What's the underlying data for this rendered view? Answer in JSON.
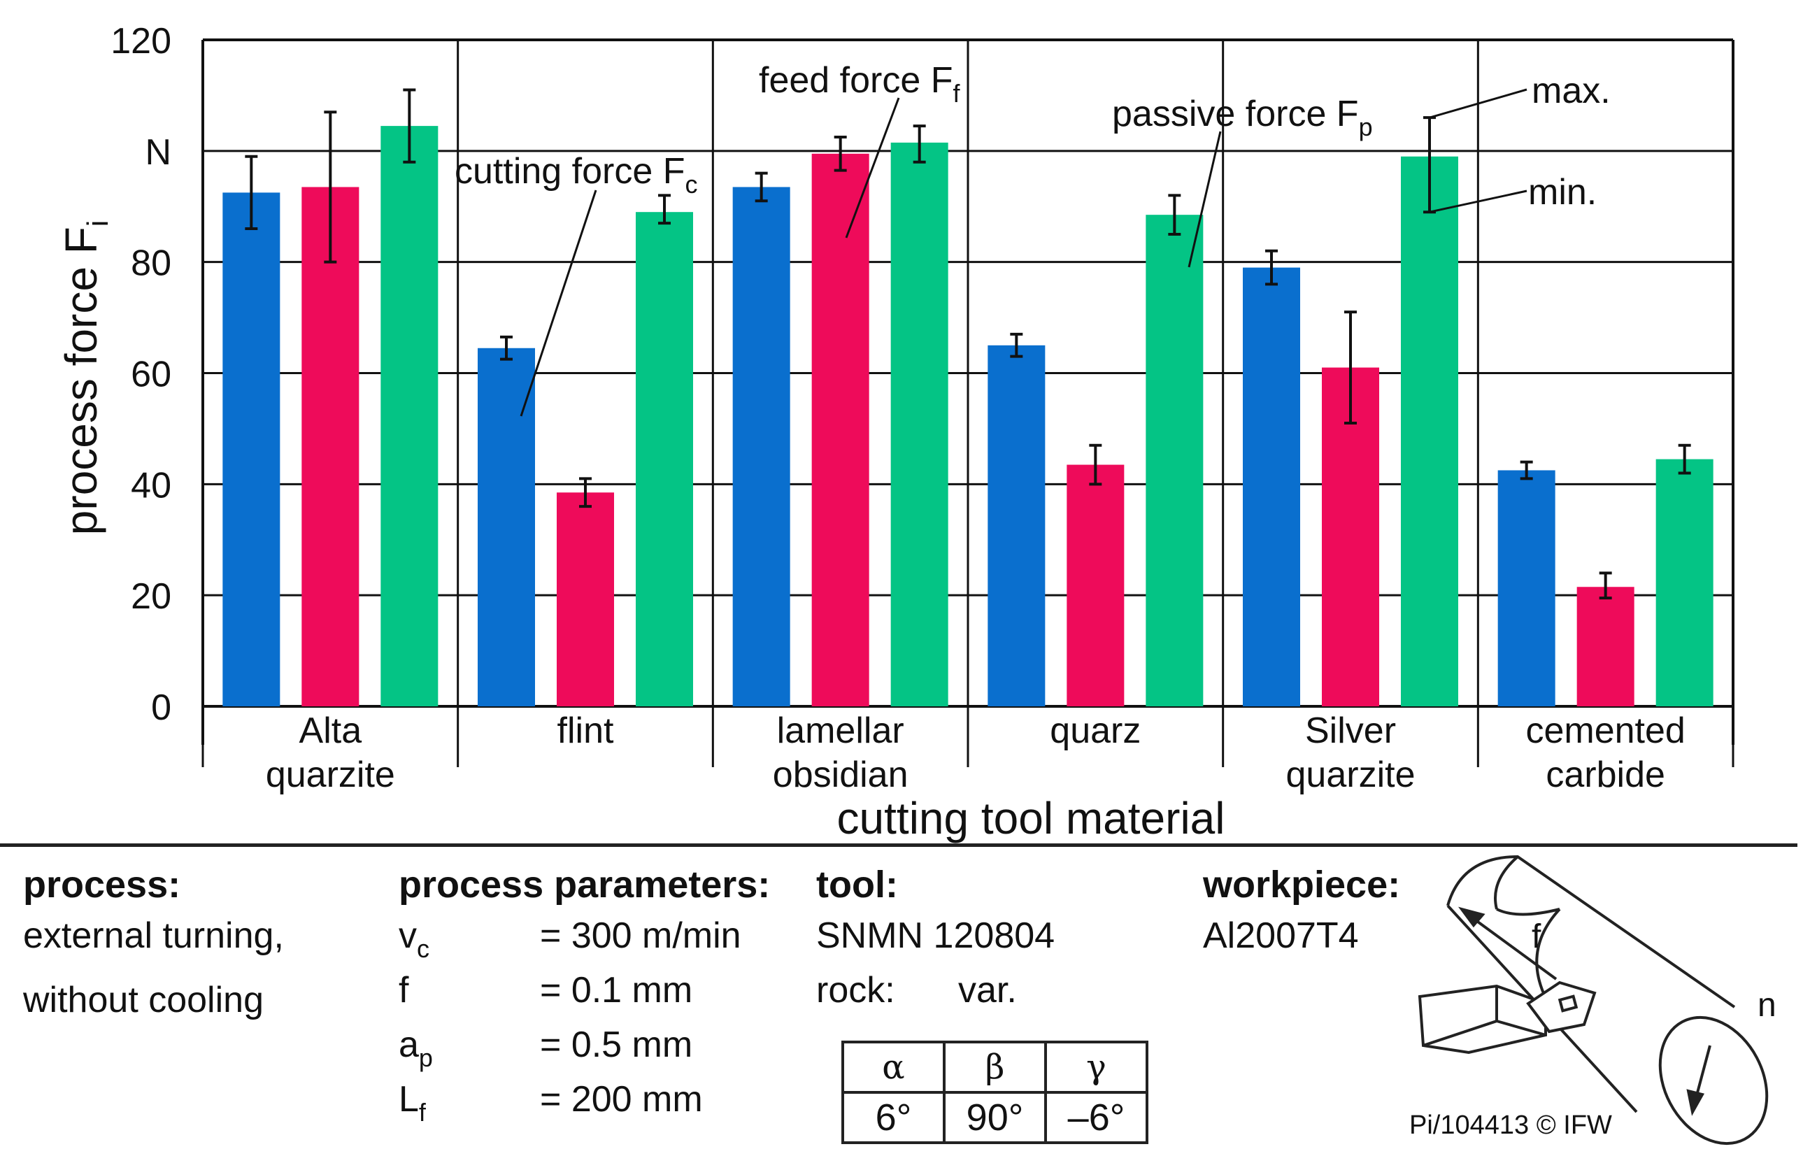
{
  "chart_data": {
    "type": "bar",
    "categories": [
      [
        "Alta",
        "quarzite"
      ],
      [
        "flint",
        ""
      ],
      [
        "lamellar",
        "obsidian"
      ],
      [
        "quarz",
        ""
      ],
      [
        "Silver",
        "quarzite"
      ],
      [
        "cemented",
        "carbide"
      ]
    ],
    "series": [
      {
        "name": "cutting force F",
        "subscript": "c",
        "color": "#0a6fce",
        "values": [
          92.5,
          64.5,
          93.5,
          65,
          79,
          42.5
        ],
        "err_min": [
          86,
          62.5,
          91,
          63,
          76,
          41
        ],
        "err_max": [
          99,
          66.5,
          96,
          67,
          82,
          44
        ]
      },
      {
        "name": "feed force F",
        "subscript": "f",
        "color": "#ee0b5a",
        "values": [
          93.5,
          38.5,
          99.5,
          43.5,
          61,
          21.5
        ],
        "err_min": [
          80,
          36,
          96.5,
          40,
          51,
          19.5
        ],
        "err_max": [
          107,
          41,
          102.5,
          47,
          71,
          24
        ]
      },
      {
        "name": "passive force F",
        "subscript": "p",
        "color": "#04c485",
        "values": [
          104.5,
          89,
          101.5,
          88.5,
          99,
          44.5
        ],
        "err_min": [
          98,
          87,
          98,
          85,
          89,
          42
        ],
        "err_max": [
          111,
          92,
          104.5,
          92,
          106,
          47
        ]
      }
    ],
    "ylim": [
      0,
      120
    ],
    "y_ticks": [
      "0",
      "20",
      "40",
      "60",
      "80",
      "N",
      "120"
    ],
    "ylabel": "process force F",
    "ylabel_sub": "i",
    "xlabel": "cutting tool material",
    "grid": true,
    "range_labels": {
      "max": "max.",
      "min": "min."
    }
  },
  "info": {
    "process": {
      "heading": "process:",
      "line1": "external turning,",
      "line2": "without cooling"
    },
    "parameters": {
      "heading": "process parameters:",
      "rows": [
        {
          "sym": "v",
          "sub": "c",
          "val": "= 300 m/min"
        },
        {
          "sym": "f",
          "sub": "",
          "val": "= 0.1 mm"
        },
        {
          "sym": "a",
          "sub": "p",
          "val": "= 0.5 mm"
        },
        {
          "sym": "L",
          "sub": "f",
          "val": "= 200 mm"
        }
      ]
    },
    "tool": {
      "heading": "tool:",
      "insert": "SNMN 120804",
      "rock_label": "rock:",
      "rock_value": "var.",
      "angles": {
        "alpha": "α",
        "beta": "β",
        "gamma": "γ",
        "alpha_val": "6°",
        "beta_val": "90°",
        "gamma_val": "–6°"
      }
    },
    "workpiece": {
      "heading": "workpiece:",
      "material": "Al2007T4"
    },
    "sketch": {
      "feed": "f",
      "speed": "n"
    },
    "copyright": "Pi/104413 © IFW"
  },
  "colors": {
    "cutting": "#0a6fce",
    "feed": "#ee0b5a",
    "passive": "#04c485"
  }
}
